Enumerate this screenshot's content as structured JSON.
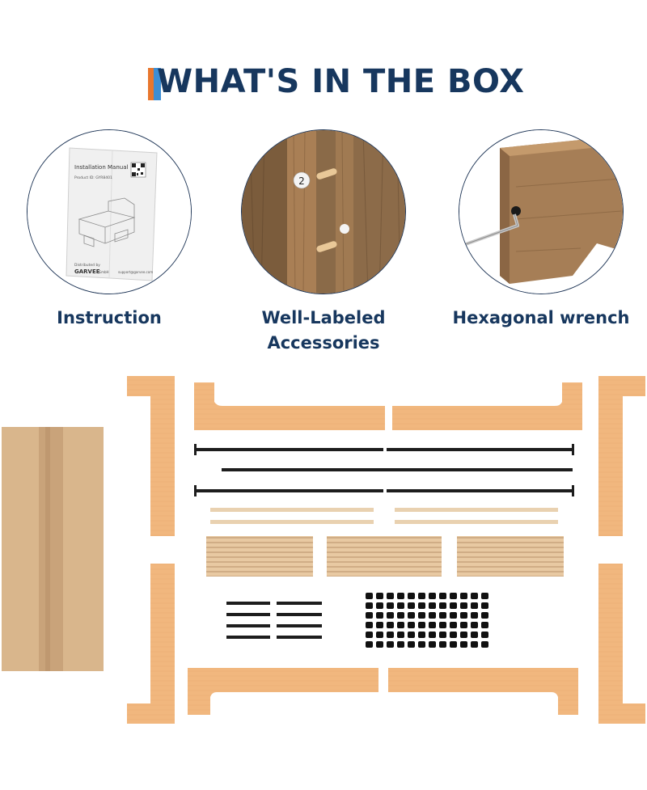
{
  "header": {
    "title": "WHAT'S IN THE BOX"
  },
  "items": [
    {
      "label": "Instruction"
    },
    {
      "label": "Well-Labeled Accessories"
    },
    {
      "label": "Hexagonal wrench"
    }
  ],
  "manual": {
    "heading": "Installation Manual",
    "product_line": "Product ID: GYR8401",
    "brand_caption": "Distributed by",
    "brand": "GARVEE",
    "brand_suffix": "GmbH",
    "email": "support@garvee.com"
  },
  "ladder": {
    "tag_number": "2"
  },
  "colors": {
    "title": "#17375e",
    "accent_orange": "#e8772e",
    "accent_blue": "#3d8ed4",
    "panel": "#f1b77e",
    "board": "#d9b68c",
    "metal": "#1d1d1d"
  }
}
